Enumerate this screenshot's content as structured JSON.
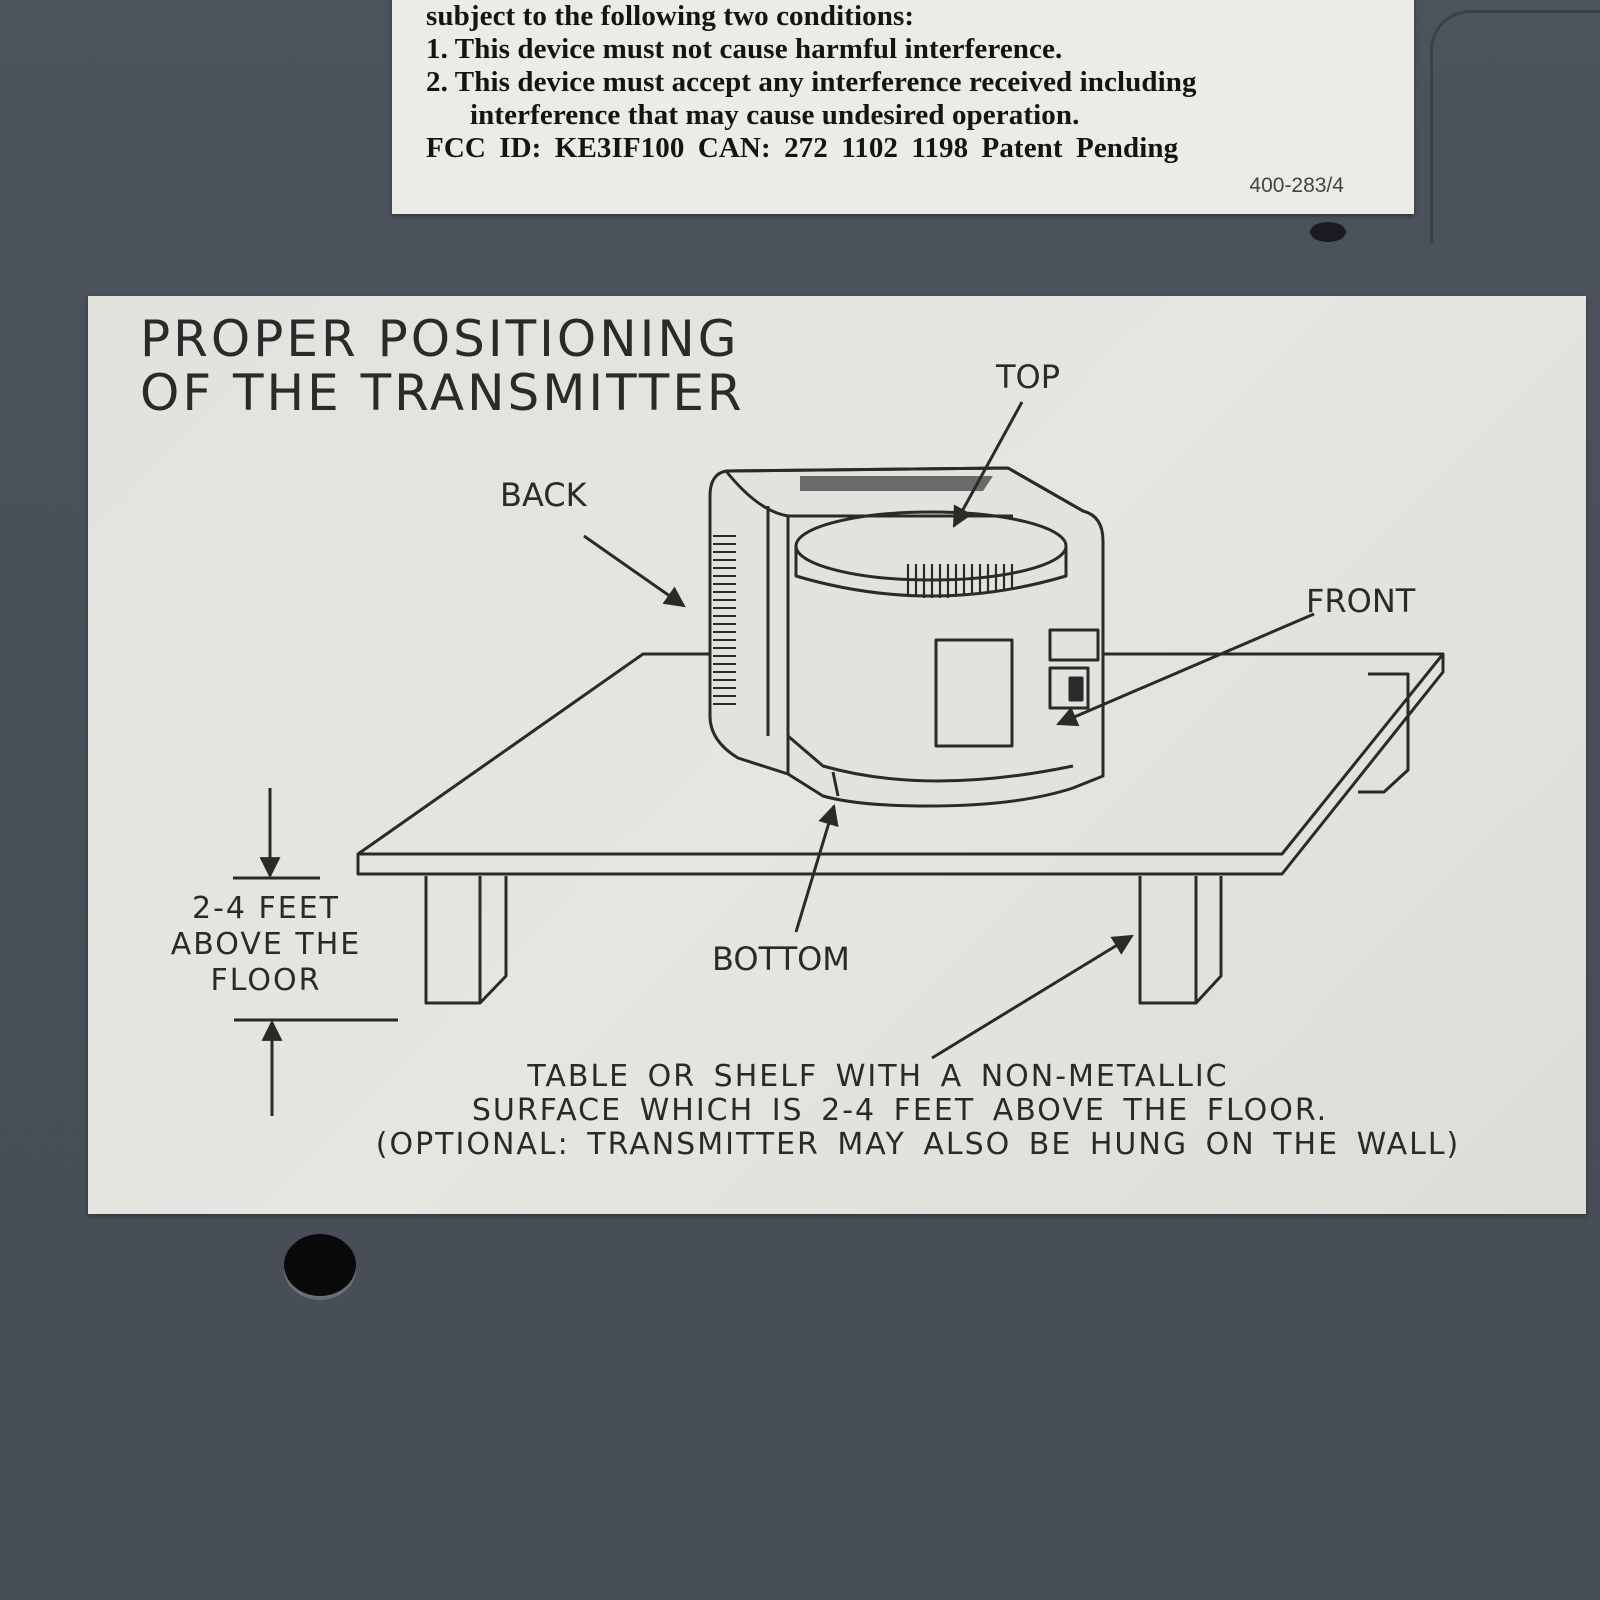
{
  "fcc_label": {
    "lines": [
      "subject to the following two conditions:",
      "1. This device must not cause harmful interference.",
      "2. This device must accept any interference received including",
      "interference that may cause undesired operation.",
      "FCC ID: KE3IF100    CAN: 272 1102 1198    Patent Pending"
    ],
    "part_number": "400-283/4"
  },
  "diagram": {
    "title_line1": "PROPER POSITIONING",
    "title_line2": "OF THE TRANSMITTER",
    "labels": {
      "top": "TOP",
      "back": "BACK",
      "front": "FRONT",
      "bottom": "BOTTOM"
    },
    "height_note": [
      "2-4 FEET",
      "ABOVE THE",
      "FLOOR"
    ],
    "caption": [
      "TABLE OR SHELF WITH A NON-METALLIC",
      "SURFACE WHICH IS 2-4 FEET ABOVE THE FLOOR.",
      "(OPTIONAL: TRANSMITTER MAY ALSO BE HUNG ON THE WALL)"
    ]
  },
  "colors": {
    "case": "#4a5059",
    "label_paper": "#e4e3de",
    "ink": "#2a2a2a"
  }
}
